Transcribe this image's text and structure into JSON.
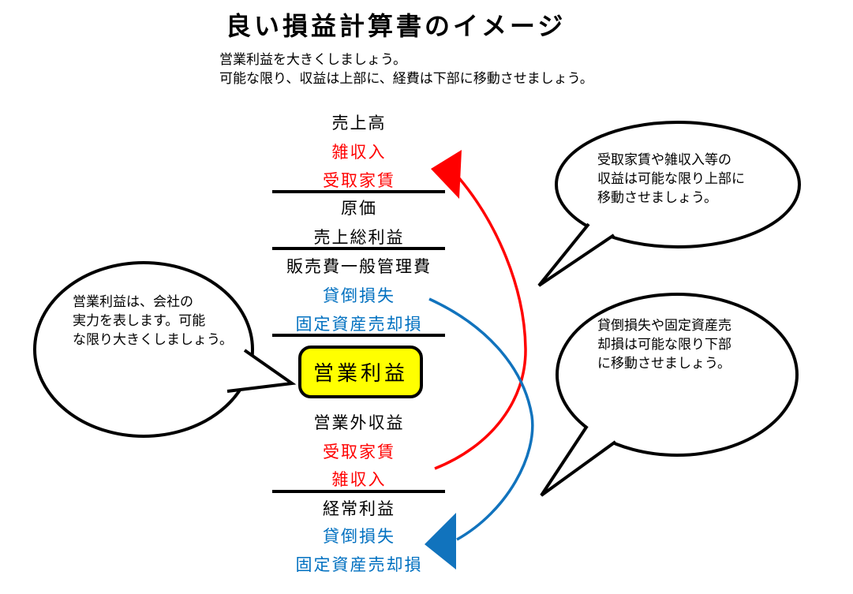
{
  "title": "良い損益計算書のイメージ",
  "subtitle": {
    "lines": [
      "営業利益を大きくしましょう。",
      "可能な限り、収益は上部に、経費は下部に移動させましょう。"
    ]
  },
  "statement": {
    "items": [
      {
        "label": "売上高",
        "color": "black"
      },
      {
        "label": "雑収入",
        "color": "red"
      },
      {
        "label": "受取家賃",
        "color": "red"
      },
      {
        "label": "原価",
        "color": "black"
      },
      {
        "label": "売上総利益",
        "color": "black"
      },
      {
        "label": "販売費一般管理費",
        "color": "black"
      },
      {
        "label": "貸倒損失",
        "color": "blue"
      },
      {
        "label": "固定資産売却損",
        "color": "blue"
      },
      {
        "label": "営業外収益",
        "color": "black"
      },
      {
        "label": "受取家賃",
        "color": "red"
      },
      {
        "label": "雑収入",
        "color": "red"
      },
      {
        "label": "経常利益",
        "color": "black"
      },
      {
        "label": "貸倒損失",
        "color": "blue"
      },
      {
        "label": "固定資産売却損",
        "color": "blue"
      }
    ],
    "highlight_box": {
      "label": "営業利益"
    }
  },
  "callouts": {
    "left": {
      "lines": [
        "営業利益は、会社の",
        "実力を表します。可能",
        "な限り大きくしましょう。"
      ]
    },
    "top_right": {
      "lines": [
        "受取家賃や雑収入等の",
        "収益は可能な限り上部に",
        "移動させましょう。"
      ]
    },
    "bottom_right": {
      "lines": [
        "貸倒損失や固定資産売",
        "却損は可能な限り下部",
        "に移動させましょう。"
      ]
    }
  },
  "colors": {
    "red": "#FF0000",
    "blue_text": "#0070C0",
    "blue_arrow": "#1173BD",
    "yellow": "#FFFF00",
    "black": "#000000"
  }
}
